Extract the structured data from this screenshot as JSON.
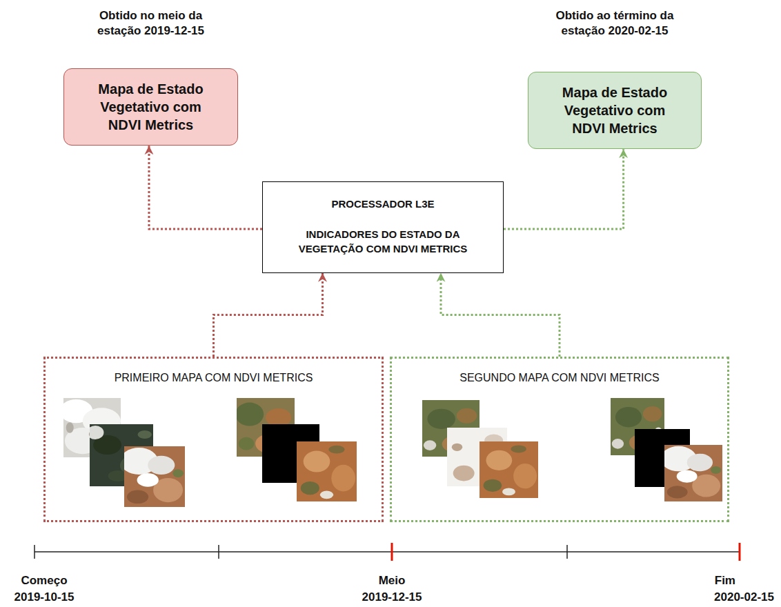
{
  "diagram": {
    "nodes": [
      {
        "text": [
          "Obtido no meio da estação 2019-12-15",
          "Mapa de Estado Vegetativo com NDVI Metrics"
        ]
      },
      {
        "text": [
          "Obtido ao término da estação 2020-02-15",
          "Mapa de Estado Vegetativo com NDVI Metrics"
        ]
      },
      {
        "text": [
          "PROCESSADOR L3E",
          "INDICADORES DO ESTADO DA VEGETAÇÃO COM NDVI METRICS"
        ]
      },
      {
        "text": [
          "PRIMEIRO MAPA COM NDVI METRICS"
        ]
      },
      {
        "text": [
          "SEGUNDO MAPA COM NDVI METRICS"
        ]
      }
    ],
    "edges": [
      {
        "from": 3,
        "to": 2,
        "arrow": "to"
      },
      {
        "from": 2,
        "to": 0,
        "arrow": "to"
      },
      {
        "from": 4,
        "to": 2,
        "arrow": "to"
      },
      {
        "from": 2,
        "to": 1,
        "arrow": "to"
      }
    ],
    "labels": [
      "Começo",
      "2019-10-15",
      "Meio",
      "2019-12-15",
      "Fim",
      "2020-02-15"
    ]
  }
}
